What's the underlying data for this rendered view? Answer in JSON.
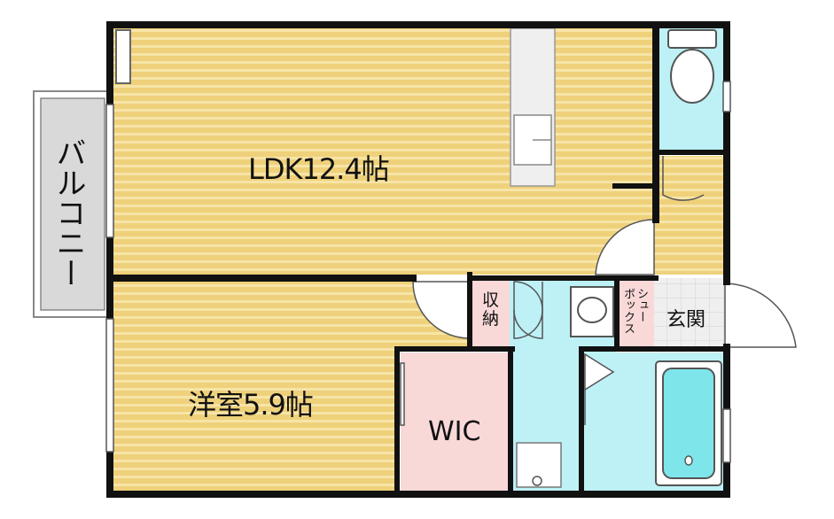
{
  "rooms": {
    "ldk": {
      "name": "LDK",
      "size": "12.4帖"
    },
    "bedroom": {
      "name": "洋室",
      "size": "5.9帖"
    },
    "wic": {
      "name": "WIC"
    },
    "balcony": {
      "name": "バルコニー"
    },
    "storage": {
      "line1": "収",
      "line2": "納"
    },
    "shoebox": {
      "line1": "シュー",
      "line2": "ボックス"
    },
    "entrance": {
      "name": "玄関"
    }
  },
  "colors": {
    "floor_wood": "#EED17A",
    "floor_grain": "#F7E4A8",
    "wet_area": "#BDF1F6",
    "wic": "#F9D8D8",
    "storage": "#F9D8D8",
    "balcony": "#D9D9D9",
    "wall": "#111111",
    "entrance_tile": "#E9E9E9"
  }
}
